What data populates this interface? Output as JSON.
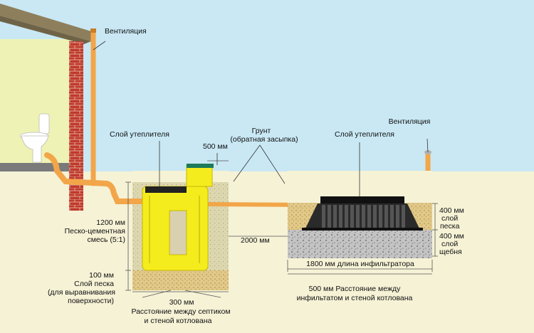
{
  "labels": {
    "vent_left": "Вентиляция",
    "vent_right": "Вентиляция",
    "insulation_left": "Слой утеплителя",
    "insulation_right": "Слой утеплителя",
    "soil_line1": "Грунт",
    "soil_line2": "(обратная засыпка)",
    "dim_500": "500 мм",
    "dim_1200_line1": "1200 мм",
    "dim_1200_line2": "Песко-цементная",
    "dim_1200_line3": "смесь (5:1)",
    "dim_100_line1": "100 мм",
    "dim_100_line2": "Слой песка",
    "dim_100_line3": "(для выравнивания",
    "dim_100_line4": "поверхности)",
    "dim_300_line1": "300 мм",
    "dim_300_line2": "Расстояние между септиком",
    "dim_300_line3": "и стеной котлована",
    "dim_2000": "2000 мм",
    "dim_1800": "1800 мм длина инфильтратора",
    "dim_500b_line1": "500 мм Расстояние между",
    "dim_500b_line2": "инфильтатом и стеной котлована",
    "sand_400_line1": "400 мм",
    "sand_400_line2": "слой",
    "sand_400_line3": "песка",
    "gravel_400_line1": "400 мм",
    "gravel_400_line2": "слой",
    "gravel_400_line3": "щебня"
  },
  "colors": {
    "sky": "#c9e8f4",
    "ground": "#f6f2d6",
    "house_wall": "#eef2b4",
    "roof": "#8e7f5c",
    "brick": "#c0392b",
    "pipe": "#f2a649",
    "tank": "#f5ec1e",
    "sand_fill": "#ddd7b0",
    "gravel": "#b8b8b8",
    "infiltrator": "#2a2a2a"
  },
  "icons": {
    "toilet": "toilet-icon"
  }
}
